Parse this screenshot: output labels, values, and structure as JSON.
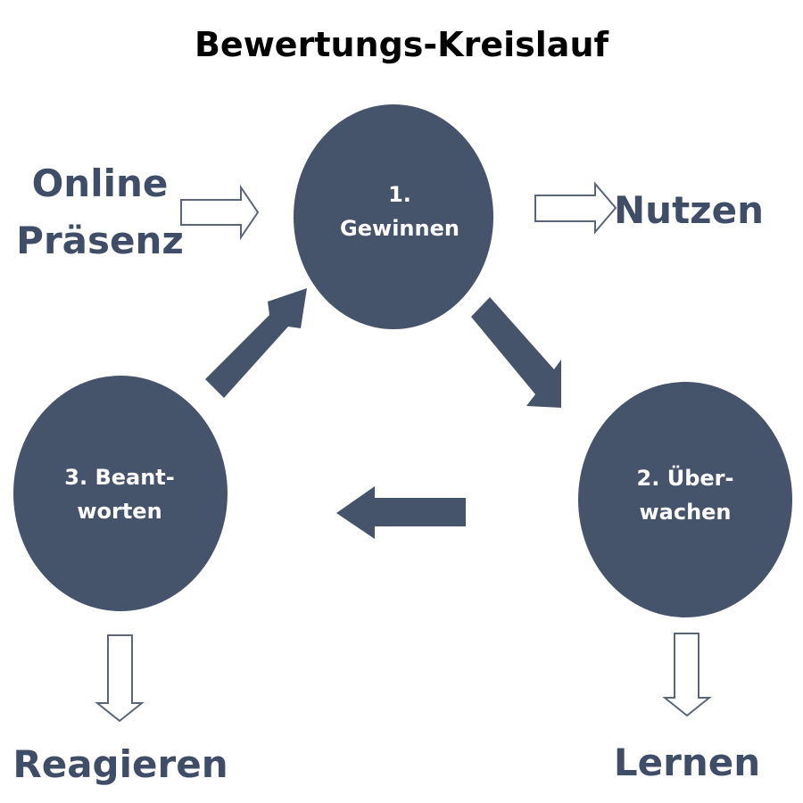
{
  "title": "Bewertungs-Kreislauf",
  "colors": {
    "node": "#46546b",
    "label": "#3f4d66"
  },
  "nodes": [
    {
      "line1": "1.",
      "line2": "Gewinnen"
    },
    {
      "line1": "2. Über-",
      "line2": "wachen"
    },
    {
      "line1": "3. Beant-",
      "line2": "worten"
    }
  ],
  "labels": {
    "input_line1": "Online",
    "input_line2": "Präsenz",
    "benefit": "Nutzen",
    "react": "Reagieren",
    "learn": "Lernen"
  }
}
